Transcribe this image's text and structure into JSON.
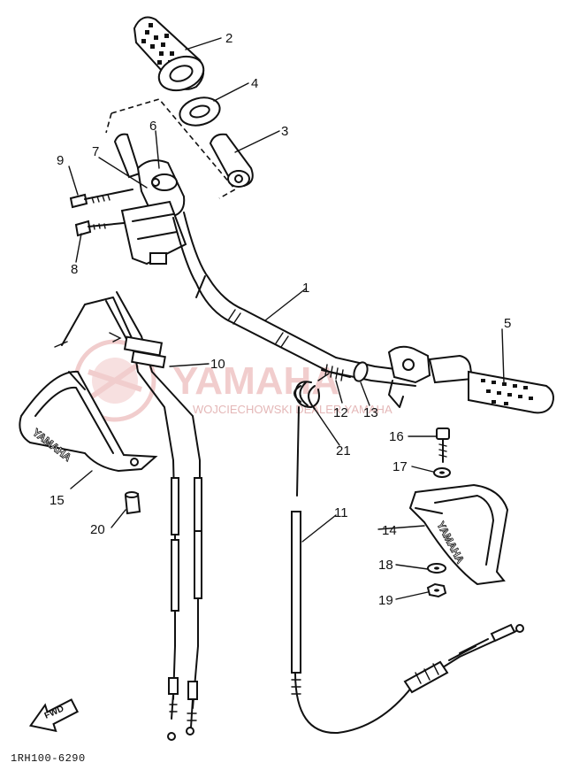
{
  "callouts": [
    {
      "id": "1",
      "text": "1"
    },
    {
      "id": "2",
      "text": "2"
    },
    {
      "id": "3",
      "text": "3"
    },
    {
      "id": "4",
      "text": "4"
    },
    {
      "id": "5",
      "text": "5"
    },
    {
      "id": "6",
      "text": "6"
    },
    {
      "id": "7",
      "text": "7"
    },
    {
      "id": "8",
      "text": "8"
    },
    {
      "id": "9",
      "text": "9"
    },
    {
      "id": "10",
      "text": "10"
    },
    {
      "id": "11",
      "text": "11"
    },
    {
      "id": "12",
      "text": "12"
    },
    {
      "id": "13",
      "text": "13"
    },
    {
      "id": "14",
      "text": "14"
    },
    {
      "id": "15",
      "text": "15"
    },
    {
      "id": "16",
      "text": "16"
    },
    {
      "id": "17",
      "text": "17"
    },
    {
      "id": "18",
      "text": "18"
    },
    {
      "id": "19",
      "text": "19"
    },
    {
      "id": "20",
      "text": "20"
    },
    {
      "id": "21",
      "text": "21"
    }
  ],
  "drawing_code": "1RH100-6290",
  "fwd_label": "FWD",
  "brand_marking": "YAMAHA",
  "watermark": {
    "main": "YAMAHA",
    "sub": "WOJCIECHOWSKI DEALER YAMAHA",
    "color": "#e6a6a6"
  }
}
